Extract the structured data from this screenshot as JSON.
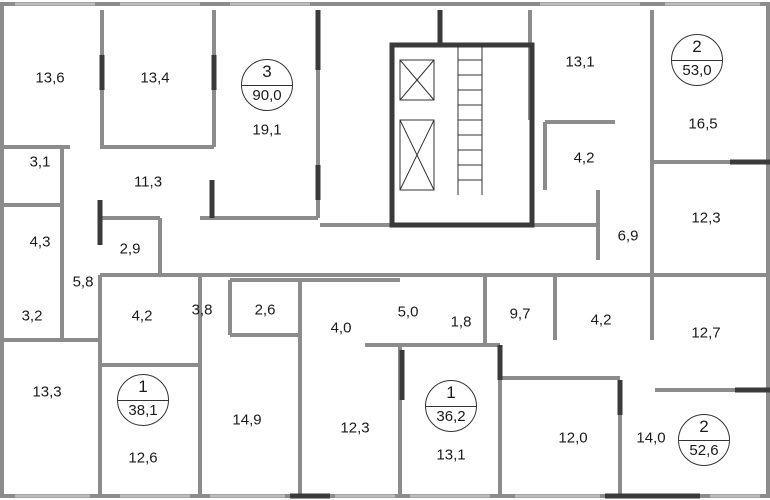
{
  "title": "Floor plan",
  "apartments": [
    {
      "id": "apt-3",
      "rooms": "3",
      "area": "90,0"
    },
    {
      "id": "apt-1a",
      "rooms": "1",
      "area": "38,1"
    },
    {
      "id": "apt-1b",
      "rooms": "1",
      "area": "36,2"
    },
    {
      "id": "apt-2a",
      "rooms": "2",
      "area": "53,0"
    },
    {
      "id": "apt-2b",
      "rooms": "2",
      "area": "52,6"
    }
  ],
  "rooms": [
    "13,6",
    "13,4",
    "19,1",
    "3,1",
    "11,3",
    "4,3",
    "2,9",
    "5,8",
    "3,2",
    "4,2",
    "3,8",
    "2,6",
    "4,0",
    "5,0",
    "1,8",
    "9,7",
    "4,2",
    "12,7",
    "13,1",
    "16,5",
    "4,2",
    "12,3",
    "6,9",
    "13,3",
    "12,6",
    "14,9",
    "12,3",
    "13,1",
    "12,0",
    "14,0"
  ],
  "colors": {
    "wall": "#8c8c8c",
    "bearing": "#3a3a3a",
    "window": "#bdbdbd"
  }
}
